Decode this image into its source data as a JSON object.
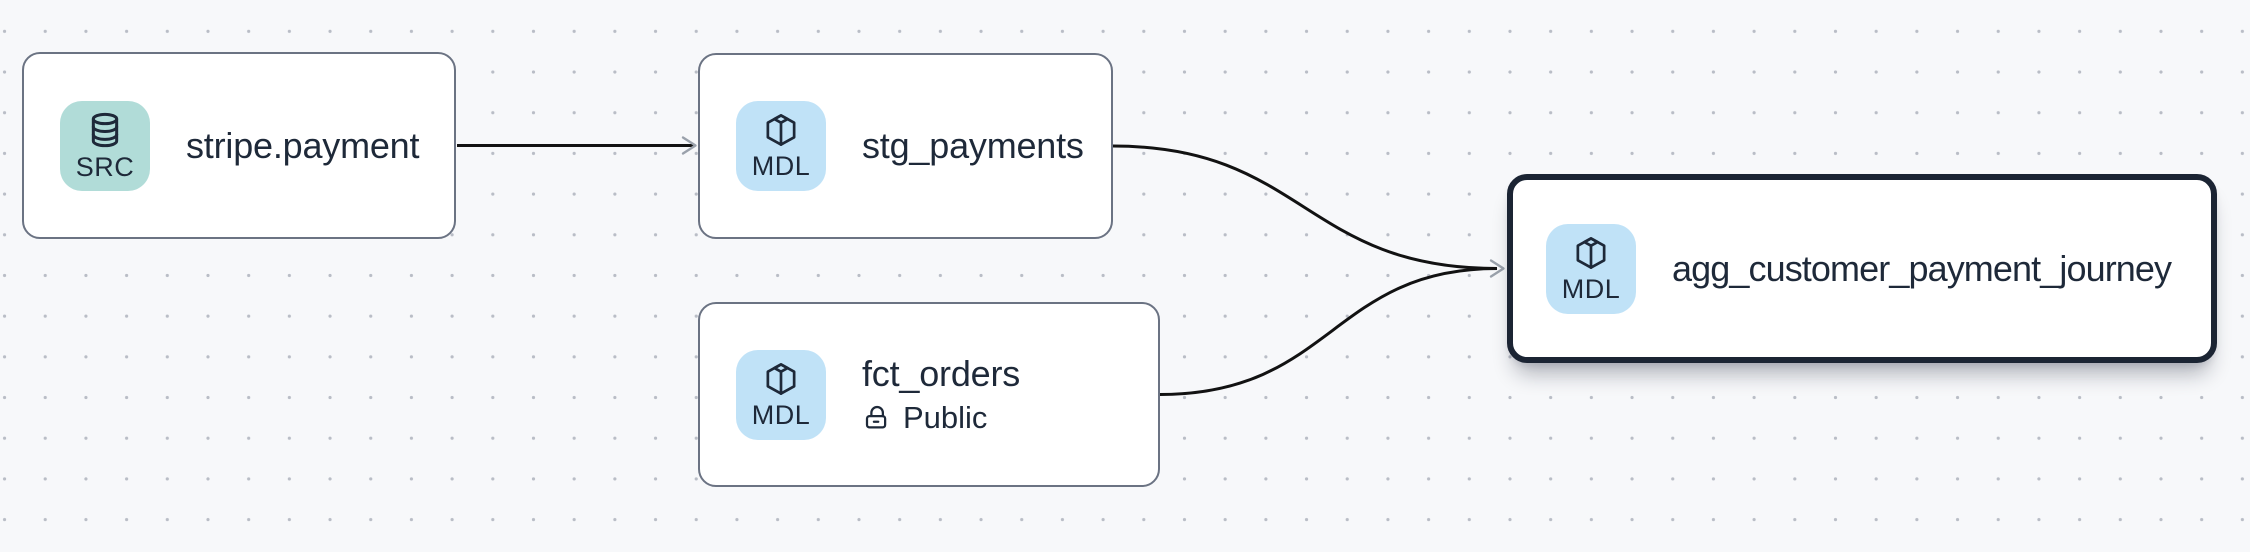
{
  "canvas": {
    "background_color": "#f7f8fa",
    "dot_grid_color": "#b9bdc6"
  },
  "colors": {
    "node_background": "#ffffff",
    "node_border": "#6b7383",
    "selected_node_border": "#1b2433",
    "source_badge": "#b1dcd8",
    "model_badge": "#c0e2f7",
    "edge": "#121212",
    "arrowhead": "#9aa1ab",
    "text": "#1e2939"
  },
  "nodes": [
    {
      "title": "stripe.payment",
      "badge": {
        "label": "SRC",
        "icon": "database-icon",
        "color": "#b1dcd8"
      },
      "selected": false
    },
    {
      "title": "stg_payments",
      "badge": {
        "label": "MDL",
        "icon": "cube-icon",
        "color": "#c0e2f7"
      },
      "selected": false
    },
    {
      "title": "fct_orders",
      "badge": {
        "label": "MDL",
        "icon": "cube-icon",
        "color": "#c0e2f7"
      },
      "access": {
        "icon": "lock-open-icon",
        "label": "Public"
      },
      "selected": false
    },
    {
      "title": "agg_customer_payment_journey",
      "badge": {
        "label": "MDL",
        "icon": "cube-icon",
        "color": "#c0e2f7"
      },
      "selected": true
    }
  ],
  "edges": [
    {
      "from": "stripe.payment",
      "to": "stg_payments"
    },
    {
      "from": "stg_payments",
      "to": "agg_customer_payment_journey"
    },
    {
      "from": "fct_orders",
      "to": "agg_customer_payment_journey"
    }
  ]
}
